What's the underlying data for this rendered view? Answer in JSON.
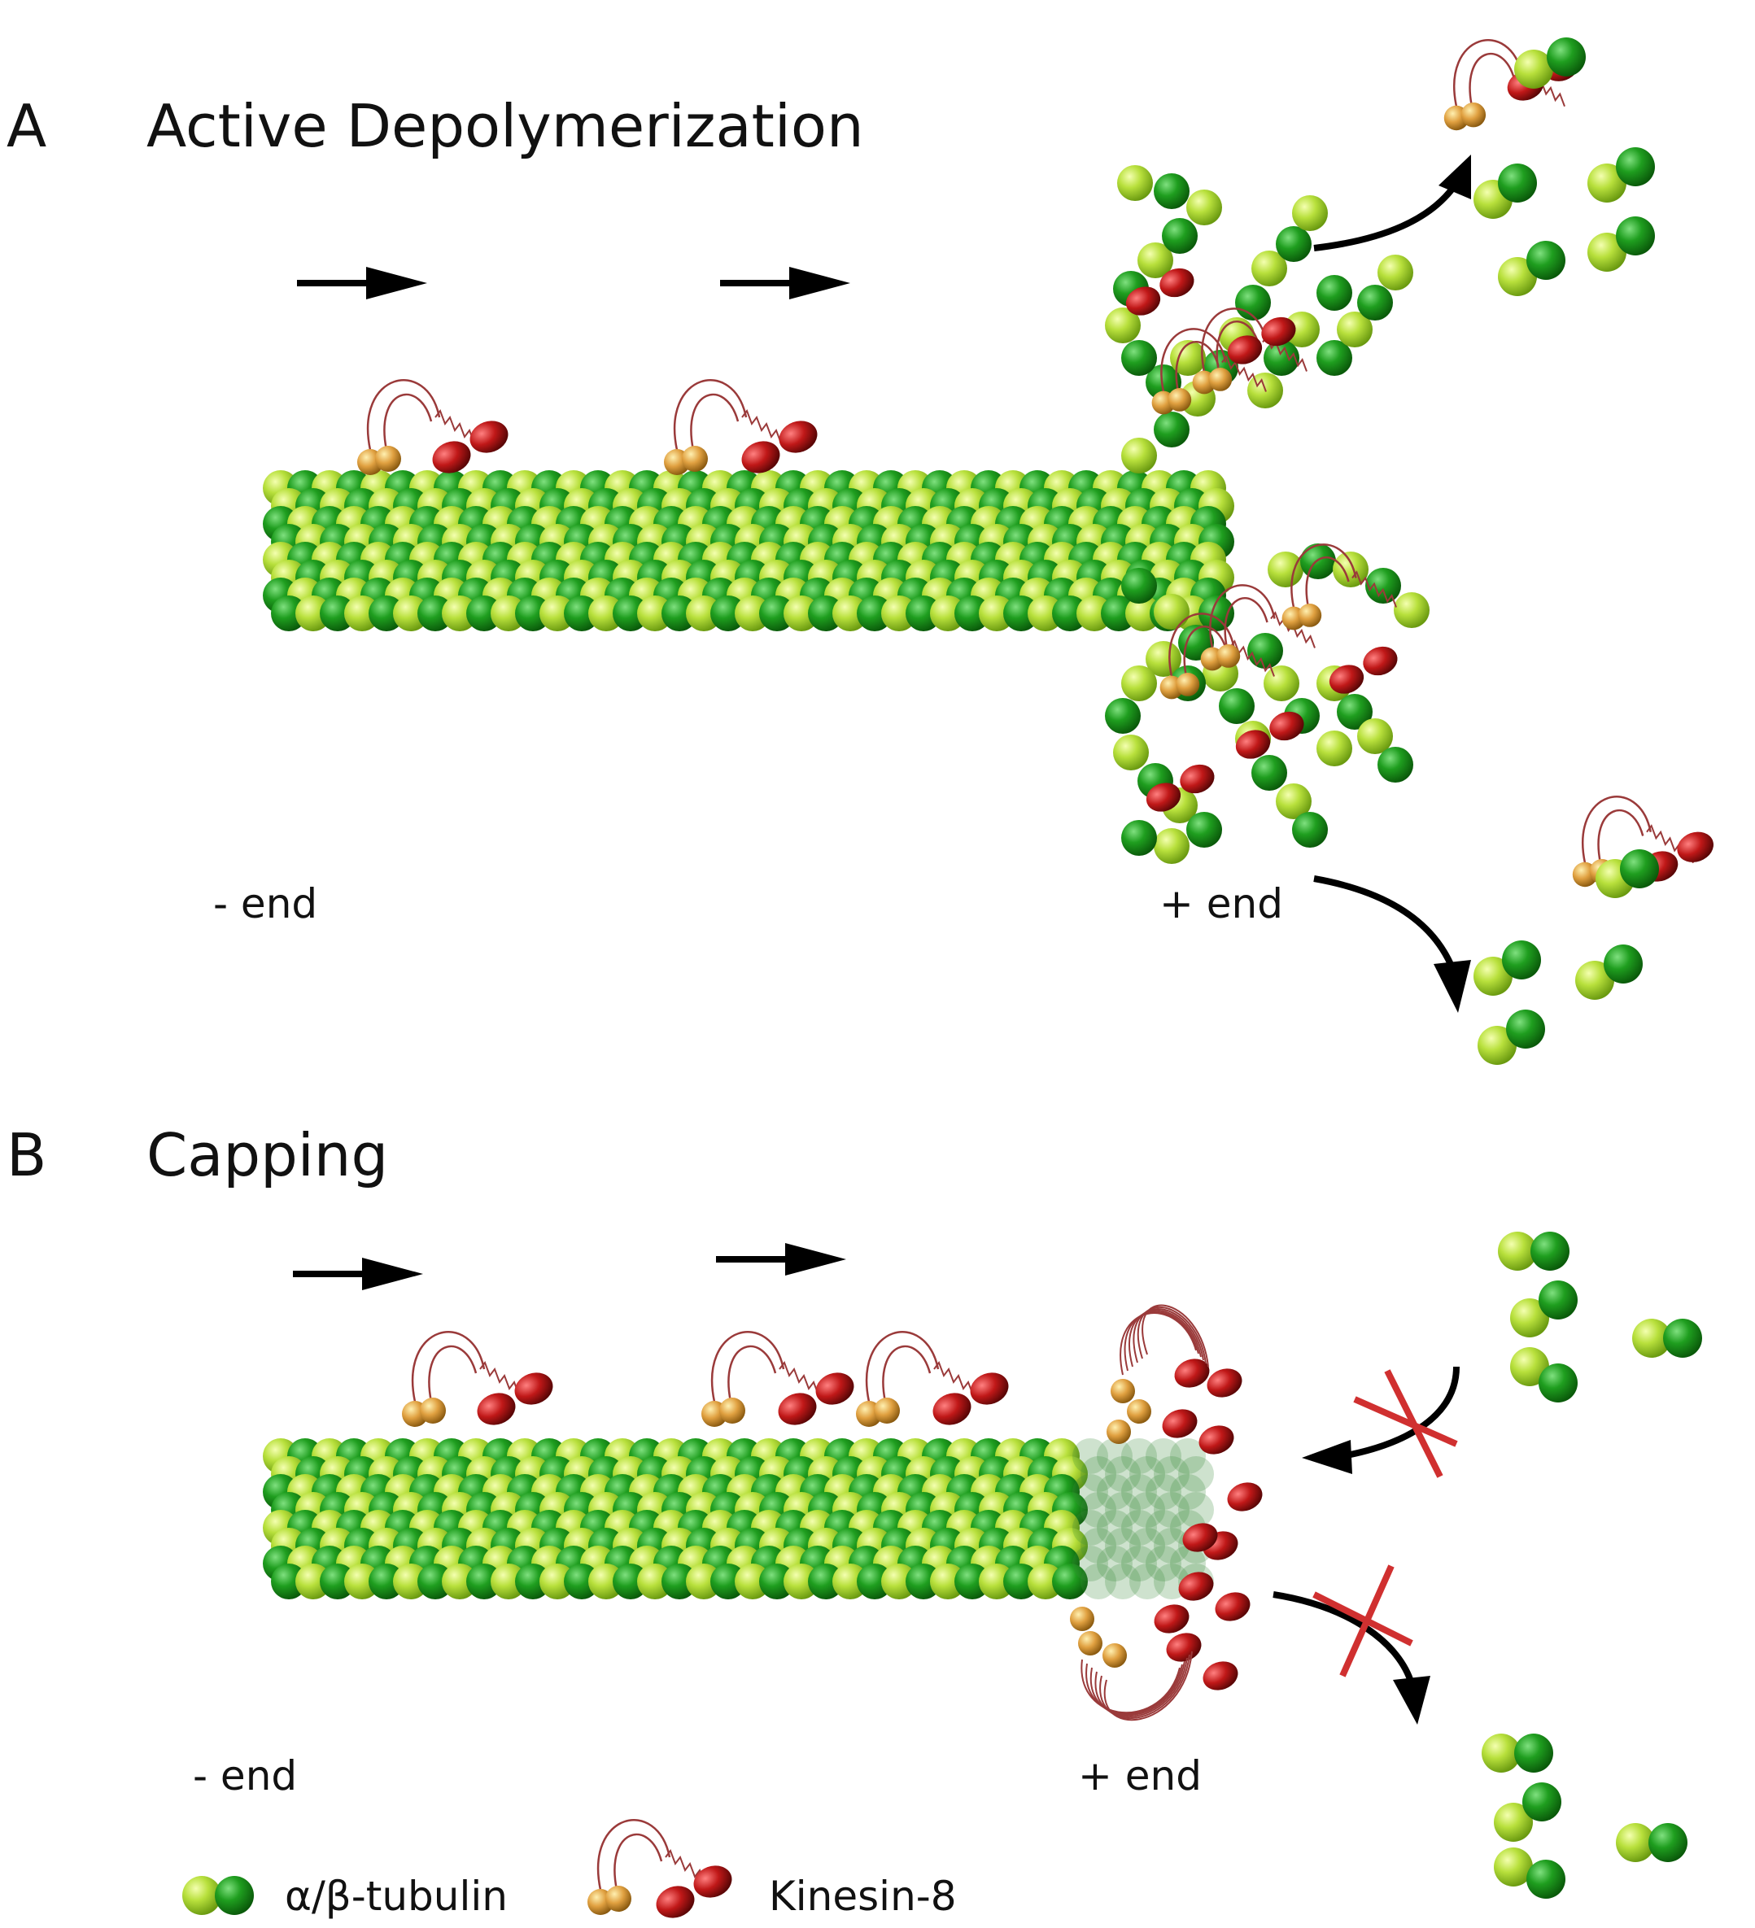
{
  "panels": [
    {
      "letter": "A",
      "title": "Active Depolymerization",
      "minus_end": "- end",
      "plus_end": "+ end"
    },
    {
      "letter": "B",
      "title": "Capping",
      "minus_end": "- end",
      "plus_end": "+ end"
    }
  ],
  "legend": {
    "tubulin_label": "α/β-tubulin",
    "kinesin_label": "Kinesin-8"
  },
  "colors": {
    "alpha_tubulin": "#b8e03c",
    "beta_tubulin": "#1f9e1f",
    "kinesin_head": "#c01818",
    "kinesin_tail": "#e0a040",
    "blocked_mark": "#d03030",
    "arrow": "#000000"
  }
}
